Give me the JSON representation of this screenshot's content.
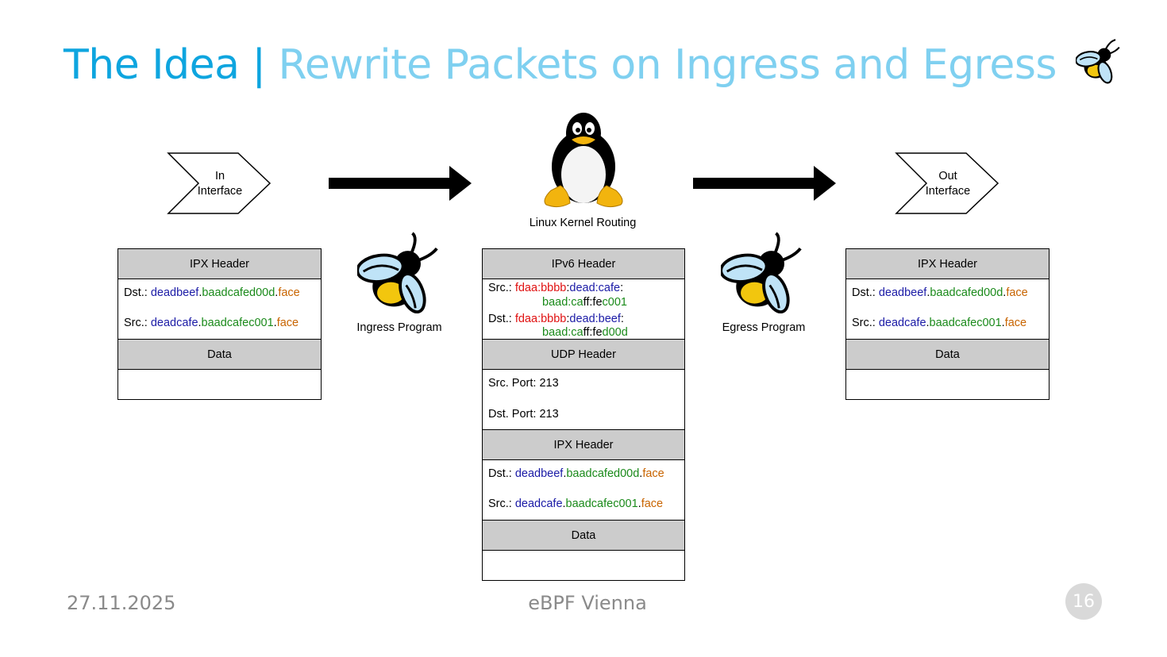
{
  "slide": {
    "title_main": "The Idea",
    "title_sep": "|",
    "title_sub": "Rewrite Packets on Ingress and Egress",
    "date": "27.11.2025",
    "event": "eBPF Vienna",
    "page": "16"
  },
  "diagram": {
    "in_interface": [
      "In",
      "Interface"
    ],
    "out_interface": [
      "Out",
      "Interface"
    ],
    "kernel_label": "Linux Kernel Routing",
    "ingress_label": "Ingress Program",
    "egress_label": "Egress Program",
    "left_packet": {
      "header": "IPX Header",
      "dst_prefix": "Dst.: ",
      "dst_net": "deadbeef",
      "dst_node": "baadcafed00d",
      "dst_socket": "face",
      "src_prefix": "Src.: ",
      "src_net": "deadcafe",
      "src_node": "baadcafec001",
      "src_socket": "face",
      "data": "Data"
    },
    "middle_packet": {
      "ipv6_header": "IPv6 Header",
      "src_prefix": "Src.: ",
      "src_a": "fdaa:bbbb",
      "src_b": "dead:cafe",
      "src_c": "baad:ca",
      "src_d": "ff:fe",
      "src_e": "c001",
      "dst_prefix": "Dst.: ",
      "dst_a": "fdaa:bbbb",
      "dst_b": "dead:beef",
      "dst_c": "baad:ca",
      "dst_d": "ff:fe",
      "dst_e": "d00d",
      "udp_header": "UDP Header",
      "src_port": "Src. Port: 213",
      "dst_port": "Dst. Port: 213",
      "ipx_header": "IPX Header",
      "ipx_dst_prefix": "Dst.: ",
      "ipx_dst_net": "deadbeef",
      "ipx_dst_node": "baadcafed00d",
      "ipx_dst_socket": "face",
      "ipx_src_prefix": "Src.: ",
      "ipx_src_net": "deadcafe",
      "ipx_src_node": "baadcafec001",
      "ipx_src_socket": "face",
      "data": "Data"
    },
    "right_packet": {
      "header": "IPX Header",
      "dst_prefix": "Dst.: ",
      "dst_net": "deadbeef",
      "dst_node": "baadcafed00d",
      "dst_socket": "face",
      "src_prefix": "Src.: ",
      "src_net": "deadcafe",
      "src_node": "baadcafec001",
      "src_socket": "face",
      "data": "Data"
    }
  },
  "colors": {
    "title": "#0ea5df",
    "title_sub": "#7fd0f0",
    "network": "#1a1aa6",
    "node": "#1a8a1a",
    "socket": "#c86400",
    "prefix": "#e01010",
    "header_fill": "#cccccc"
  },
  "icons": [
    "bee-icon",
    "tux-penguin-icon",
    "arrow-right-icon"
  ]
}
